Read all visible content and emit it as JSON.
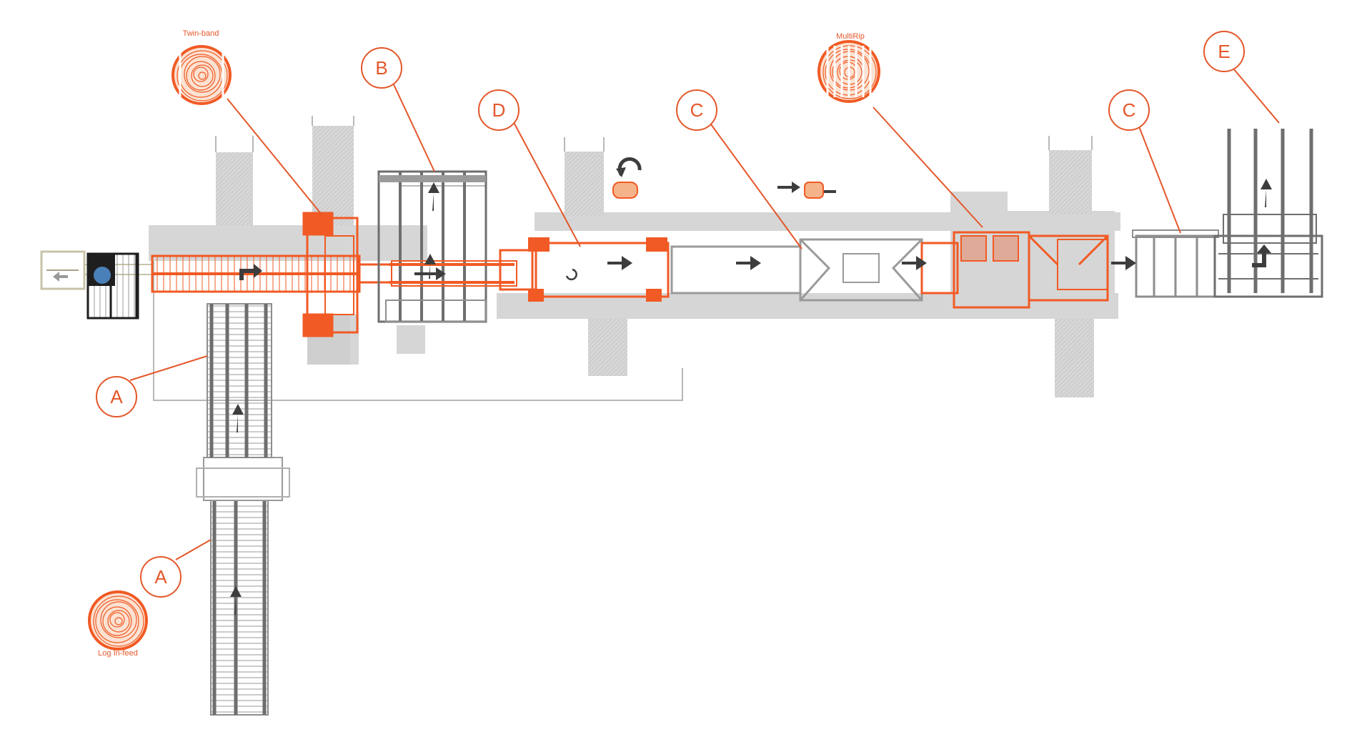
{
  "colors": {
    "accent": "#f15a24",
    "callout": "#e4572a",
    "floor": "#d4d4d4",
    "machine_gray": "#7f7f7f",
    "machine_light": "#b9b9b9",
    "arrow": "#3d3d3d",
    "operator": "#1e1e1e",
    "operator_blue": "#4a80b8"
  },
  "captions": {
    "twin_band": "Twin-band",
    "multi_rip": "MultiRip",
    "log_infeed": "Log In-feed"
  },
  "callouts": [
    {
      "letter": "A"
    },
    {
      "letter": "A"
    },
    {
      "letter": "B"
    },
    {
      "letter": "D"
    },
    {
      "letter": "C"
    },
    {
      "letter": "C"
    },
    {
      "letter": "E"
    }
  ],
  "icons": {
    "log": "log-cross-section-icon",
    "cants": "sawn-cant-icon",
    "rotate": "rotate-arrow-icon",
    "flow": "flow-arrow-icon"
  }
}
